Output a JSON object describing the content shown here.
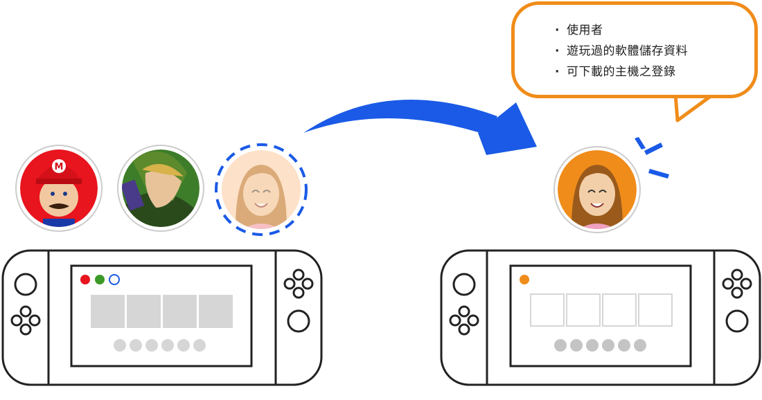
{
  "bubble": {
    "items": [
      "使用者",
      "遊玩過的軟體儲存資料",
      "可下載的主機之登錄"
    ],
    "border_color": "#f08c1a"
  },
  "colors": {
    "accent_blue": "#1a5ae6",
    "red_user": "#e8141e",
    "green_user": "#3c9a28",
    "orange_user": "#f08c1a",
    "console_line": "#222222",
    "tile_gray": "#d6d6d6"
  },
  "left_console": {
    "avatars": [
      {
        "name": "mario",
        "state": "normal"
      },
      {
        "name": "link",
        "state": "normal"
      },
      {
        "name": "mii",
        "state": "faded-dashed"
      }
    ],
    "user_dots": [
      "red-filled",
      "green-filled",
      "blue-outline"
    ],
    "tiles": 4,
    "tile_style": "filled-gray",
    "page_dots": 6
  },
  "right_console": {
    "avatars": [
      {
        "name": "mii",
        "state": "normal"
      }
    ],
    "user_dots": [
      "orange-filled"
    ],
    "tiles": 4,
    "tile_style": "outline-gray",
    "page_dots": 6
  }
}
